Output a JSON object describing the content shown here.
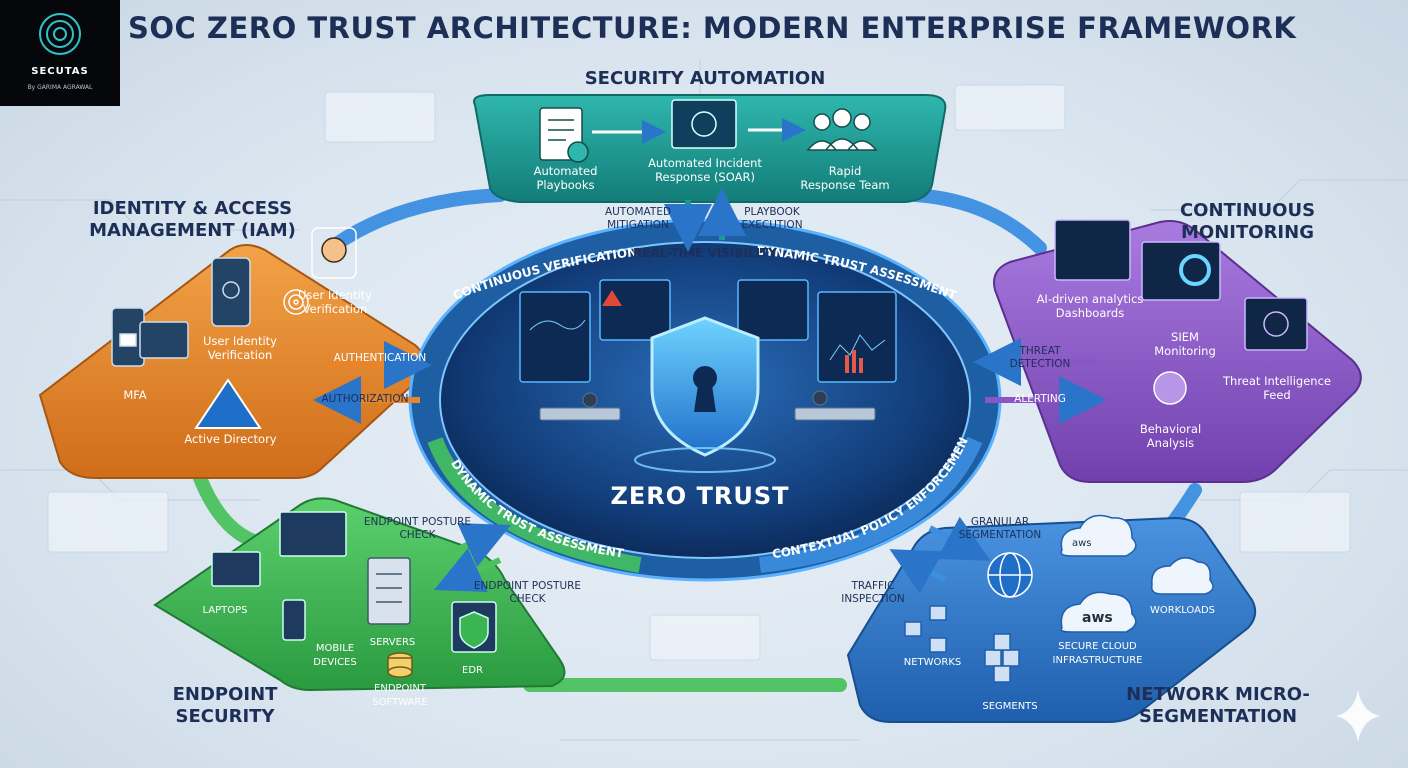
{
  "title": "SOC ZERO TRUST ARCHITECTURE: MODERN ENTERPRISE FRAMEWORK",
  "logo": {
    "brand": "SECUTAS",
    "byline": "By GARIMA AGRAWAL"
  },
  "center": {
    "label": "ZERO TRUST",
    "ring_labels": {
      "top": "REAL-TIME VISIBILITY",
      "upper_left": "CONTINUOUS VERIFICATION",
      "upper_right": "DYNAMIC TRUST ASSESSMENT",
      "lower_left": "DYNAMIC TRUST ASSESSMENT",
      "lower_right": "CONTEXTUAL POLICY ENFORCEMENT"
    }
  },
  "sections": {
    "automation": {
      "title": "SECURITY AUTOMATION",
      "items": [
        "Automated Playbooks",
        "Automated Incident Response (SOAR)",
        "Rapid Response Team"
      ]
    },
    "iam": {
      "title": "IDENTITY & ACCESS MANAGEMENT (IAM)",
      "items": [
        "User Identity Verification",
        "User Identity Verification",
        "MFA",
        "Active Directory"
      ]
    },
    "monitoring": {
      "title": "CONTINUOUS MONITORING",
      "items": [
        "AI-driven analytics Dashboards",
        "SIEM Monitoring",
        "Threat Intelligence Feed",
        "Behavioral Analysis"
      ]
    },
    "endpoint": {
      "title": "ENDPOINT SECURITY",
      "items": [
        "LAPTOPS",
        "MOBILE DEVICES",
        "SERVERS",
        "ENDPOINT SOFTWARE",
        "EDR"
      ]
    },
    "network": {
      "title": "NETWORK MICRO-SEGMENTATION",
      "items": [
        "NETWORKS",
        "SEGMENTS",
        "SECURE CLOUD INFRASTRUCTURE",
        "WORKLOADS"
      ]
    }
  },
  "flows": {
    "automated_mitigation": "AUTOMATED MITIGATION",
    "playbook_execution": "PLAYBOOK EXECUTION",
    "authentication": "AUTHENTICATION",
    "authorization": "AUTHORIZATION",
    "threat_detection": "THREAT DETECTION",
    "alerting": "ALERTING",
    "endpoint_posture_1": "ENDPOINT POSTURE CHECK",
    "endpoint_posture_2": "ENDPOINT POSTURE CHECK",
    "granular_segmentation": "GRANULAR SEGMENTATION",
    "traffic_inspection": "TRAFFIC INSPECTION"
  },
  "cloud_badges": {
    "aws": "aws"
  },
  "colors": {
    "automation": "#1a9a94",
    "iam": "#e8842a",
    "monitoring": "#8a55c4",
    "endpoint": "#3bb552",
    "network": "#2a74c9",
    "core": "#123d7a",
    "title": "#1d2f57"
  }
}
